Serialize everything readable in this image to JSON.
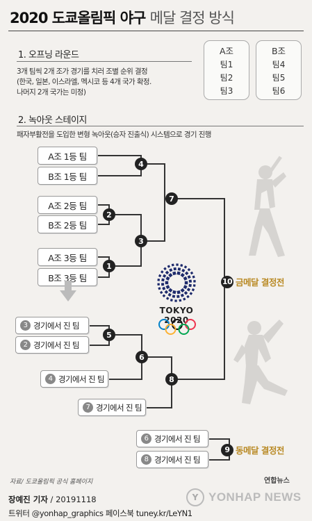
{
  "title": {
    "main": "2020 도쿄올림픽 야구",
    "sub": "메달 결정 방식"
  },
  "section1": {
    "title": "1. 오프닝 라운드",
    "desc": [
      "3개 팀씩 2개 조가 경기를 치러 조별 순위 결정",
      "(한국, 일본, 이스라엘, 멕시코 등 4개 국가 확정.",
      "나머지 2개 국가는 미정)"
    ]
  },
  "groups": [
    {
      "name": "A조",
      "teams": [
        "팀1",
        "팀2",
        "팀3"
      ]
    },
    {
      "name": "B조",
      "teams": [
        "팀4",
        "팀5",
        "팀6"
      ]
    }
  ],
  "section2": {
    "title": "2. 녹아웃 스테이지",
    "desc": "패자부활전을 도입한 변형 녹아웃(승자 진출식) 시스템으로 경기 진행"
  },
  "teams": [
    "A조 1등 팀",
    "B조 1등 팀",
    "A조 2등 팀",
    "B조 2등 팀",
    "A조 3등 팀",
    "B조 3등 팀"
  ],
  "games": [
    "4",
    "2",
    "3",
    "1",
    "7",
    "5",
    "6",
    "8",
    "10",
    "9"
  ],
  "losers": [
    {
      "num": "3",
      "label": "경기에서 진 팀"
    },
    {
      "num": "2",
      "label": "경기에서 진 팀"
    },
    {
      "num": "4",
      "label": "경기에서 진 팀"
    },
    {
      "num": "7",
      "label": "경기에서 진 팀"
    },
    {
      "num": "6",
      "label": "경기에서 진 팀"
    },
    {
      "num": "8",
      "label": "경기에서 진 팀"
    }
  ],
  "gold": "금메달 결정전",
  "bronze": "동메달 결정전",
  "tokyo": "TOKYO 2020",
  "colors": {
    "medal_text": "#b98a25",
    "node": "#222222",
    "line": "#333333"
  },
  "icons": [
    "baseball-batter-silhouette",
    "baseball-pitcher-silhouette",
    "tokyo-2020-emblem",
    "olympic-rings"
  ],
  "footer": {
    "source": "자료/ 도쿄올림픽 공식 홈페이지",
    "logo_small": "연합뉴스",
    "author": "장예진 기자",
    "date": "20191118",
    "social": "트위터 @yonhap_graphics  페이스북 tuney.kr/LeYN1",
    "watermark": "YONHAP NEWS"
  }
}
